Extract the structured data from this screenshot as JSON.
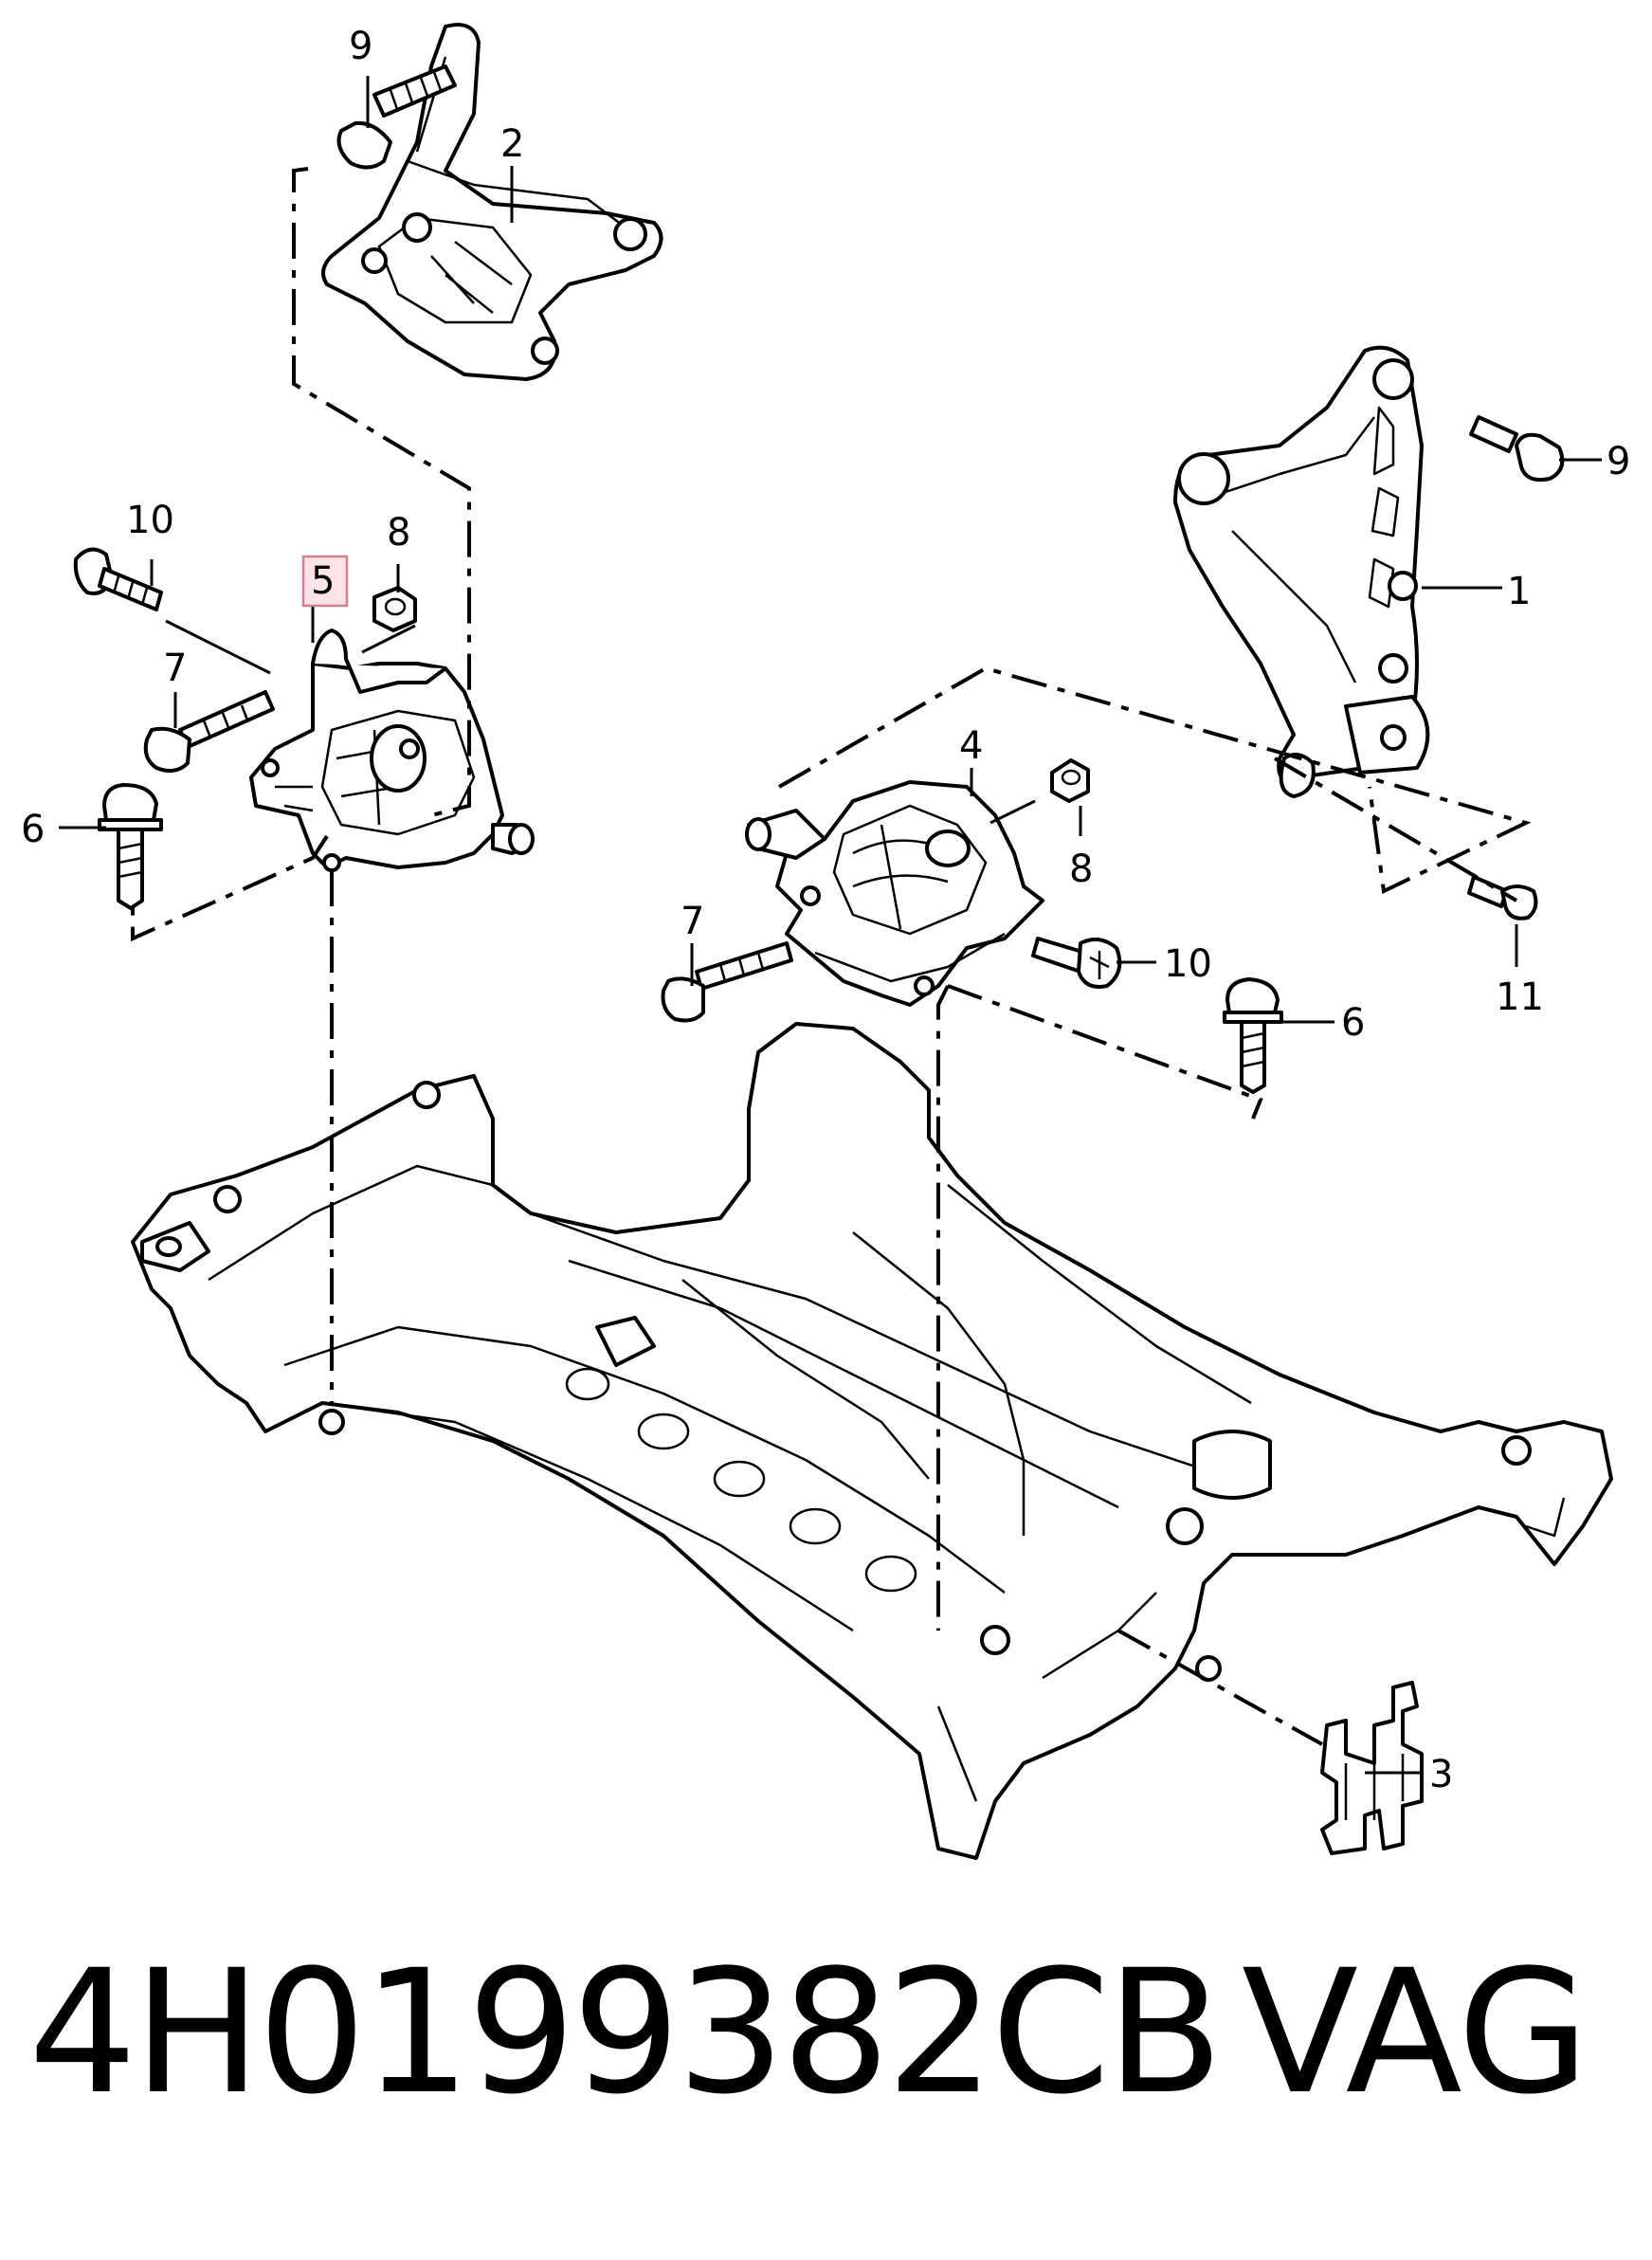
{
  "diagram": {
    "callouts": {
      "c9_top": "9",
      "c2": "2",
      "c9_right": "9",
      "c1": "1",
      "c10_left": "10",
      "c5": "5",
      "c8_left": "8",
      "c7_left": "7",
      "c6_left": "6",
      "c4": "4",
      "c8_right": "8",
      "c7_right": "7",
      "c10_right": "10",
      "c11": "11",
      "c6_right": "6",
      "c3": "3"
    },
    "highlighted_callout": "5",
    "highlight_color": "#fbe3e6"
  },
  "footer": {
    "part_number": "4H0199382CB",
    "brand": "VAG"
  }
}
